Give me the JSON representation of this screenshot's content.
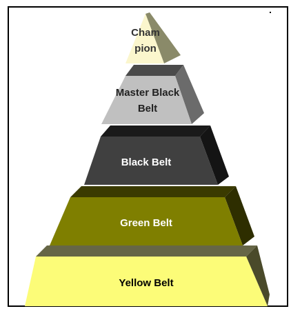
{
  "diagram": {
    "levels": [
      {
        "id": "champion",
        "lines": [
          "Cham",
          "pion"
        ],
        "fill": "#fbf6cd",
        "side": "#8a8a69",
        "text_color": "#333333"
      },
      {
        "id": "master-black-belt",
        "lines": [
          "Master Black",
          "Belt"
        ],
        "fill": "#c0c0c0",
        "side": "#6b6b6b",
        "back": "#4a4a4a",
        "text_color": "#222222"
      },
      {
        "id": "black-belt",
        "lines": [
          "Black Belt"
        ],
        "fill": "#404040",
        "side": "#141414",
        "back": "#1a1a1a",
        "text_color": "#ffffff"
      },
      {
        "id": "green-belt",
        "lines": [
          "Green Belt"
        ],
        "fill": "#7f7f00",
        "side": "#2e2e00",
        "back": "#3a3a00",
        "text_color": "#ffffff"
      },
      {
        "id": "yellow-belt",
        "lines": [
          "Yellow Belt"
        ],
        "fill": "#fcfc78",
        "side": "#4a4a2a",
        "back": "#666646",
        "text_color": "#000000"
      }
    ]
  }
}
